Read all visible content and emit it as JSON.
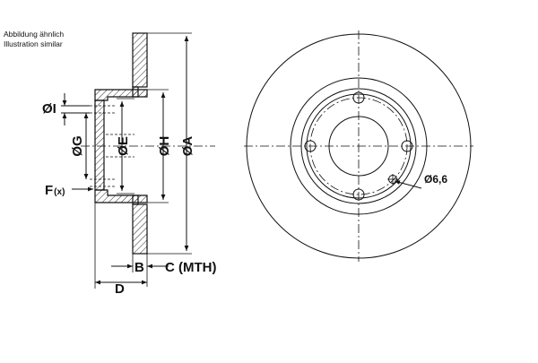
{
  "notes": {
    "line1": "Abbildung ähnlich",
    "line2": "Illustration similar"
  },
  "labels": {
    "I": "ØI",
    "G": "ØG",
    "E": "ØE",
    "H": "ØH",
    "A": "ØA",
    "F_main": "F",
    "F_sub": "(x)",
    "B": "B",
    "C": "C (MTH)",
    "D": "D",
    "hole": "Ø6,6"
  }
}
